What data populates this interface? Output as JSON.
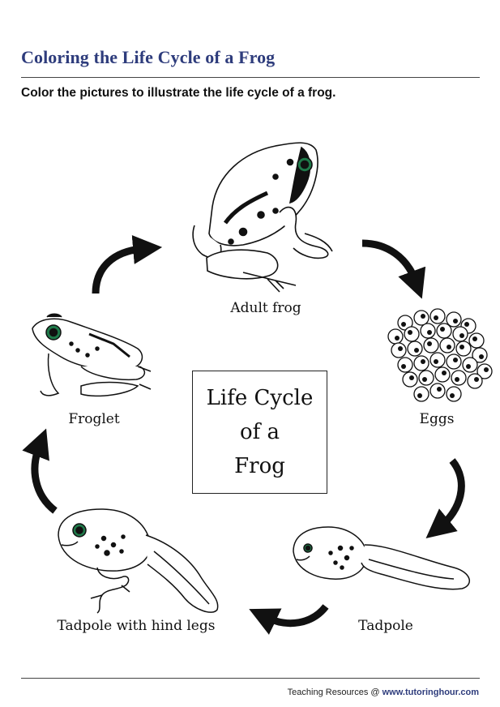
{
  "header": {
    "title": "Coloring the Life Cycle of a Frog",
    "instructions": "Color the pictures to illustrate the life cycle of a frog."
  },
  "center": {
    "line1": "Life Cycle",
    "line2": "of a",
    "line3": "Frog"
  },
  "stages": [
    {
      "label": "Adult frog",
      "icon": "adult-frog-illustration"
    },
    {
      "label": "Eggs",
      "icon": "frog-eggs-illustration"
    },
    {
      "label": "Tadpole",
      "icon": "tadpole-illustration"
    },
    {
      "label": "Tadpole with hind legs",
      "icon": "tadpole-hind-legs-illustration"
    },
    {
      "label": "Froglet",
      "icon": "froglet-illustration"
    }
  ],
  "footer": {
    "prefix": "Teaching Resources @",
    "site": "www.tutoringhour.com"
  },
  "colors": {
    "title": "#2e3c7c",
    "arrow": "#111111",
    "eye": "#1f7a4a"
  }
}
